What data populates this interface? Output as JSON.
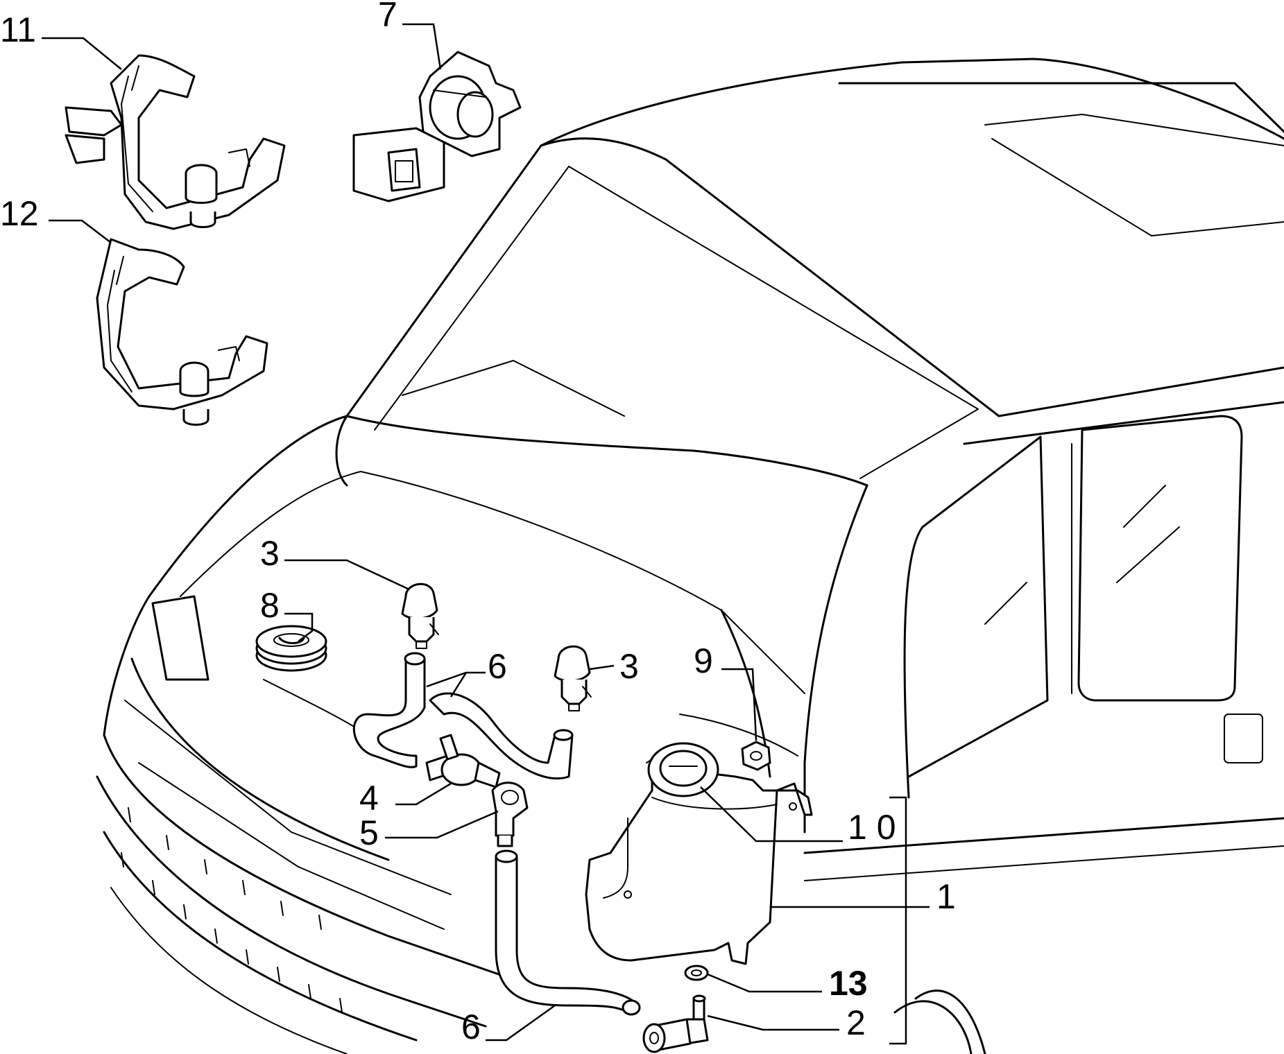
{
  "callouts": {
    "c1": "1",
    "c2": "2",
    "c3a": "3",
    "c3b": "3",
    "c4": "4",
    "c5": "5",
    "c6a": "6",
    "c6b": "6",
    "c7": "7",
    "c8": "8",
    "c9": "9",
    "c10": "1 0",
    "c11": "11",
    "c12": "12",
    "c13": "13"
  }
}
